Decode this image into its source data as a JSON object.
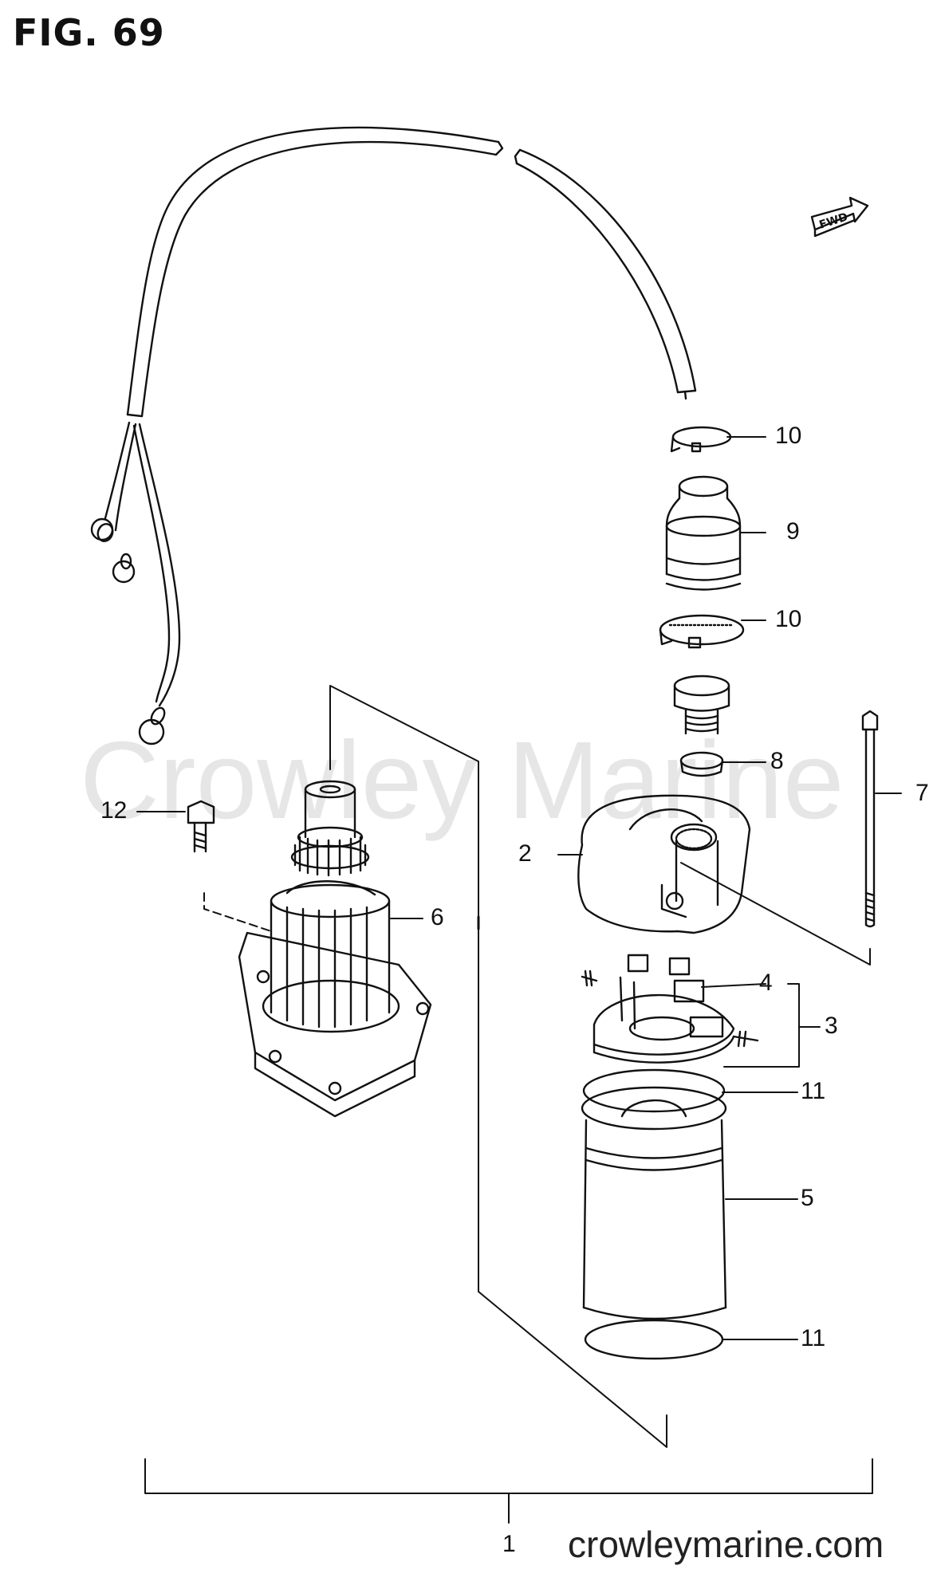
{
  "figure": {
    "title": "FIG. 69"
  },
  "watermark": "Crowley Marine",
  "site": "crowleymarine.com",
  "orientation": {
    "fwd_label": "FWD"
  },
  "callouts": [
    {
      "id": "c10a",
      "label": "10"
    },
    {
      "id": "c9",
      "label": "9"
    },
    {
      "id": "c10b",
      "label": "10"
    },
    {
      "id": "c8",
      "label": "8"
    },
    {
      "id": "c7",
      "label": "7"
    },
    {
      "id": "c12",
      "label": "12"
    },
    {
      "id": "c2",
      "label": "2"
    },
    {
      "id": "c6",
      "label": "6"
    },
    {
      "id": "c4",
      "label": "4"
    },
    {
      "id": "c3",
      "label": "3"
    },
    {
      "id": "c11a",
      "label": "11"
    },
    {
      "id": "c5",
      "label": "5"
    },
    {
      "id": "c11b",
      "label": "11"
    },
    {
      "id": "c1",
      "label": "1"
    }
  ]
}
